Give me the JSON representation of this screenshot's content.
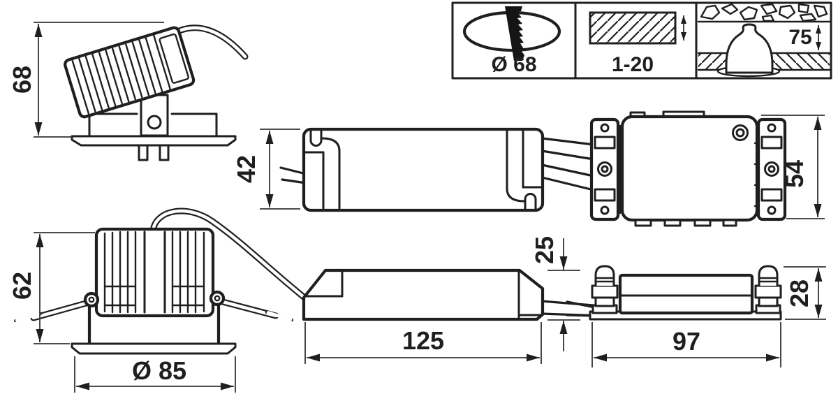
{
  "drawing": {
    "type": "dimension-drawing",
    "product": "recessed-spot-luminaire-with-driver-and-connector-box"
  },
  "dimensions": {
    "tilted_view_height": "68",
    "driver_top_view_height": "42",
    "connector_top_view_height": "54",
    "front_view_height": "62",
    "front_view_diameter": "Ø 85",
    "driver_side_view_height": "25",
    "driver_side_view_length": "125",
    "connector_side_view_height": "28",
    "connector_side_view_length": "97"
  },
  "spec_panel": {
    "cutout": {
      "label": "Ø 68",
      "icon": "hole-saw-cutout-icon"
    },
    "ceiling_thickness": {
      "label": "1-20",
      "icon": "ceiling-thickness-icon"
    },
    "recess_depth": {
      "label": "75",
      "icon": "recess-depth-icon"
    }
  },
  "colors": {
    "line": "#1f1f1f",
    "dimension_line": "#333333",
    "background": "#ffffff"
  }
}
